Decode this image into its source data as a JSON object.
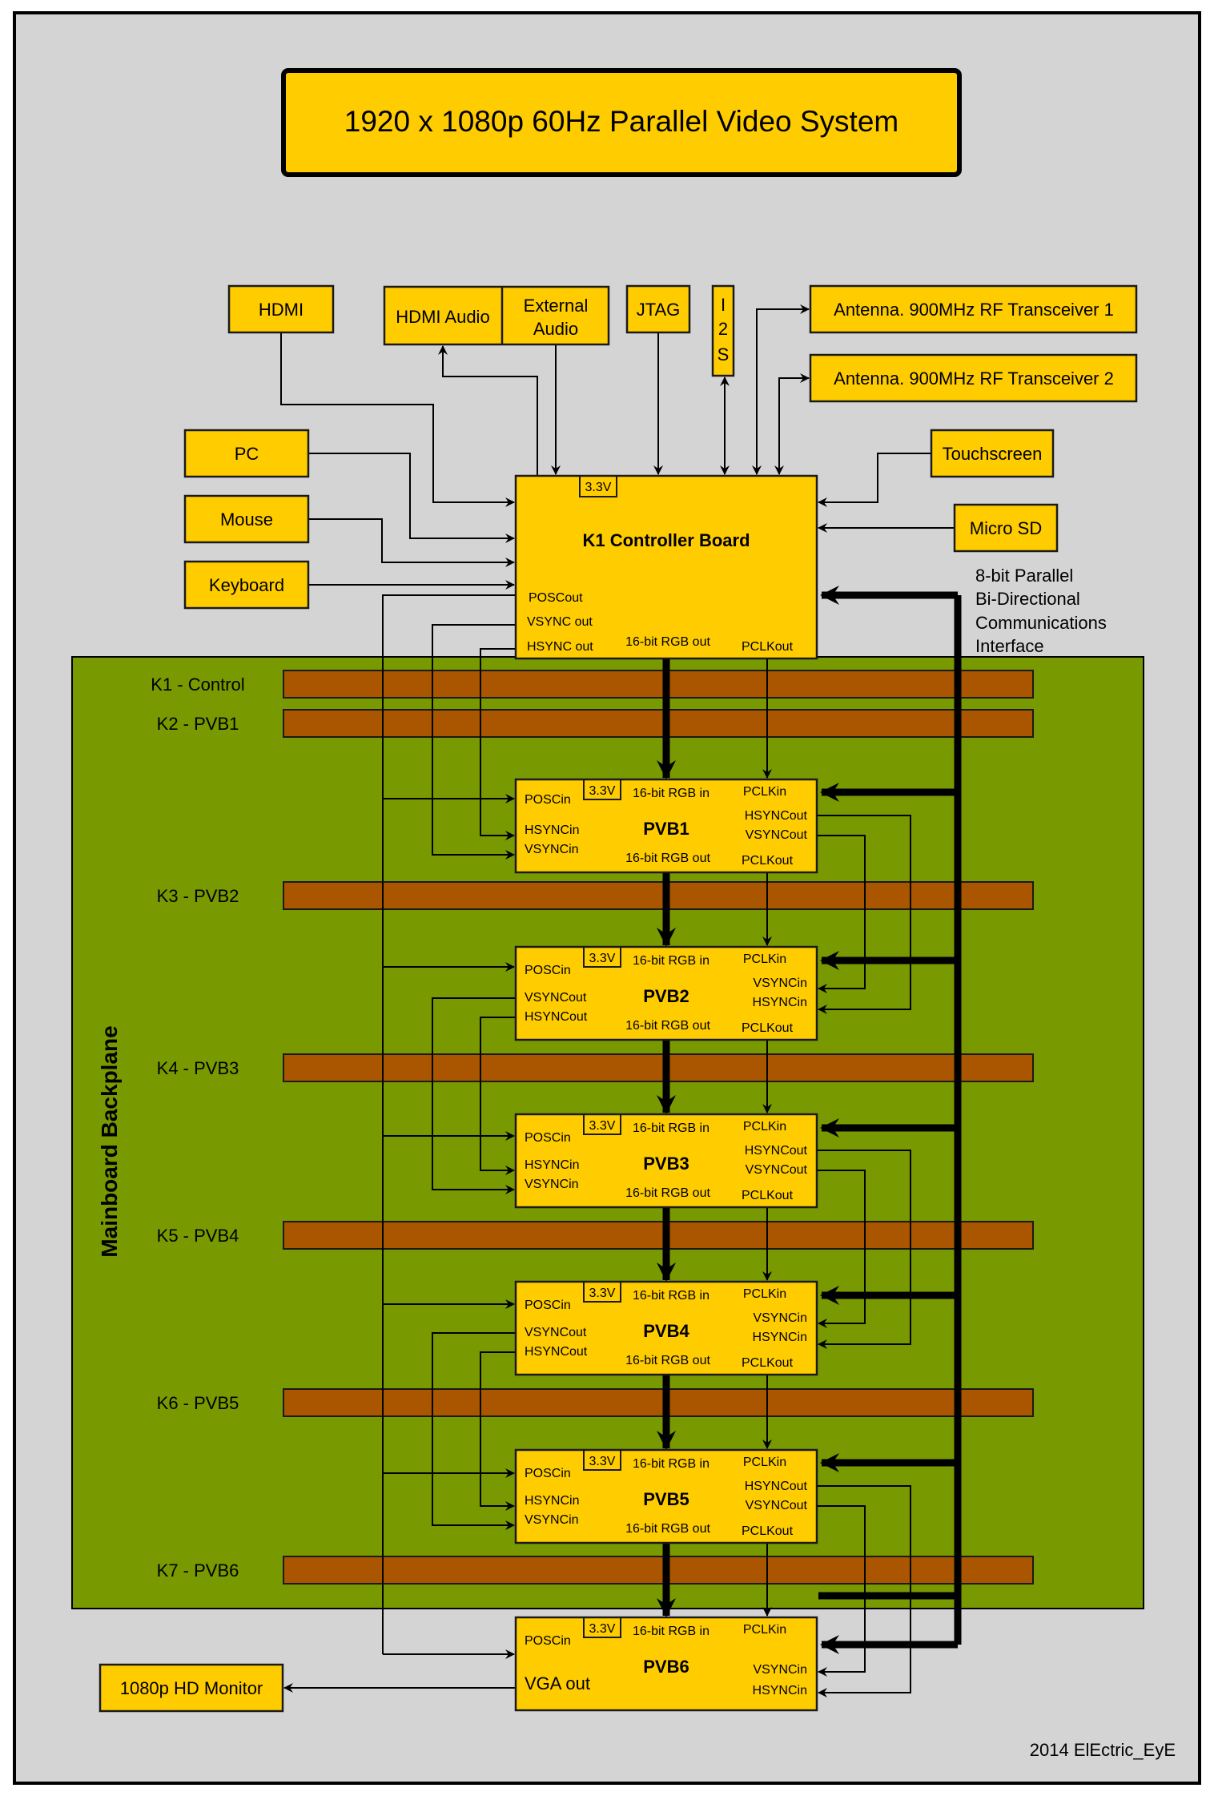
{
  "colors": {
    "page_bg": "#D4D4D4",
    "box_fill": "#FFCC00",
    "backplane": "#789900",
    "slot": "#AA5500",
    "line": "#000000"
  },
  "title": "1920 x 1080p 60Hz Parallel Video System",
  "peripherals": {
    "hdmi": "HDMI",
    "hdmi_audio": "HDMI Audio",
    "external_audio_1": "External",
    "external_audio_2": "Audio",
    "jtag": "JTAG",
    "i2s": [
      "I",
      "2",
      "S"
    ],
    "rf1": "Antenna. 900MHz RF Transceiver 1",
    "rf2": "Antenna. 900MHz RF Transceiver 2",
    "pc": "PC",
    "mouse": "Mouse",
    "keyboard": "Keyboard",
    "touchscreen": "Touchscreen",
    "micro_sd": "Micro SD",
    "monitor": "1080p HD Monitor"
  },
  "controller": {
    "name": "K1 Controller Board",
    "voltage": "3.3V",
    "pins": {
      "poscout": "POSCout",
      "vsync_out": "VSYNC out",
      "hsync_out": "HSYNC out",
      "rgb_out": "16-bit RGB out",
      "pclk_out": "PCLKout"
    }
  },
  "comm_interface": [
    "8-bit Parallel",
    "Bi-Directional",
    "Communications",
    "Interface"
  ],
  "backplane": {
    "label": "Mainboard Backplane",
    "slots": [
      "K1 - Control",
      "K2 - PVB1",
      "K3 - PVB2",
      "K4 - PVB3",
      "K5 - PVB4",
      "K6 - PVB5",
      "K7 - PVB6"
    ]
  },
  "boards": [
    {
      "name": "PVB1",
      "voltage": "3.3V",
      "rgb_in": "16-bit RGB in",
      "rgb_out": "16-bit RGB out",
      "pclk_in": "PCLKin",
      "pclk_out": "PCLKout",
      "pos": "POSCin",
      "left": [
        "HSYNCin",
        "VSYNCin"
      ],
      "right": [
        "HSYNCout",
        "VSYNCout"
      ]
    },
    {
      "name": "PVB2",
      "voltage": "3.3V",
      "rgb_in": "16-bit RGB in",
      "rgb_out": "16-bit RGB out",
      "pclk_in": "PCLKin",
      "pclk_out": "PCLKout",
      "pos": "POSCin",
      "left": [
        "VSYNCout",
        "HSYNCout"
      ],
      "right": [
        "VSYNCin",
        "HSYNCin"
      ]
    },
    {
      "name": "PVB3",
      "voltage": "3.3V",
      "rgb_in": "16-bit RGB in",
      "rgb_out": "16-bit RGB out",
      "pclk_in": "PCLKin",
      "pclk_out": "PCLKout",
      "pos": "POSCin",
      "left": [
        "HSYNCin",
        "VSYNCin"
      ],
      "right": [
        "HSYNCout",
        "VSYNCout"
      ]
    },
    {
      "name": "PVB4",
      "voltage": "3.3V",
      "rgb_in": "16-bit RGB in",
      "rgb_out": "16-bit RGB out",
      "pclk_in": "PCLKin",
      "pclk_out": "PCLKout",
      "pos": "POSCin",
      "left": [
        "VSYNCout",
        "HSYNCout"
      ],
      "right": [
        "VSYNCin",
        "HSYNCin"
      ]
    },
    {
      "name": "PVB5",
      "voltage": "3.3V",
      "rgb_in": "16-bit RGB in",
      "rgb_out": "16-bit RGB out",
      "pclk_in": "PCLKin",
      "pclk_out": "PCLKout",
      "pos": "POSCin",
      "left": [
        "HSYNCin",
        "VSYNCin"
      ],
      "right": [
        "HSYNCout",
        "VSYNCout"
      ]
    },
    {
      "name": "PVB6",
      "voltage": "3.3V",
      "rgb_in": "16-bit RGB in",
      "pclk_in": "PCLKin",
      "pos": "POSCin",
      "vga_out": "VGA out",
      "right": [
        "VSYNCin",
        "HSYNCin"
      ]
    }
  ],
  "credit": "2014 ElEctric_EyE"
}
